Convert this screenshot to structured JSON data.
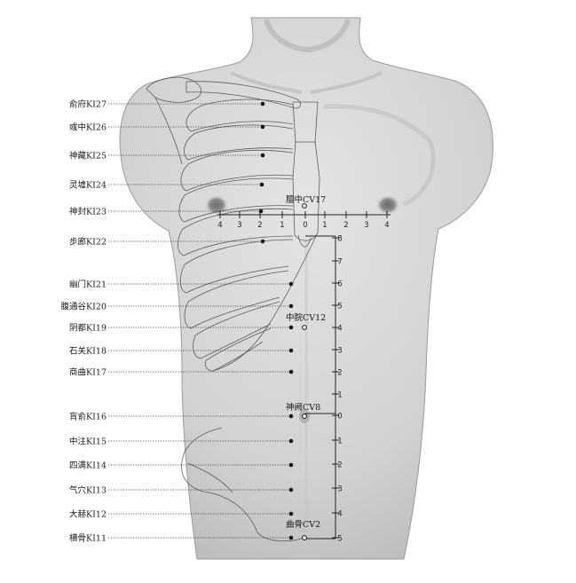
{
  "kidney_points": [
    {
      "label": "俞府KI27"
    },
    {
      "label": "彧中KI26"
    },
    {
      "label": "神藏KI25"
    },
    {
      "label": "灵墟KI24"
    },
    {
      "label": "神封KI23"
    },
    {
      "label": "步廊KI22"
    },
    {
      "label": "幽门KI21"
    },
    {
      "label": "腹通谷KI20"
    },
    {
      "label": "阴都KI19"
    },
    {
      "label": "石关KI18"
    },
    {
      "label": "商曲KI17"
    },
    {
      "label": "肓俞KI16"
    },
    {
      "label": "中注KI15"
    },
    {
      "label": "四满KI14"
    },
    {
      "label": "气穴KI13"
    },
    {
      "label": "大赫KI12"
    },
    {
      "label": "横骨KI11"
    }
  ],
  "conception_points": [
    {
      "label": "膻中CV17"
    },
    {
      "label": "中脘CV12"
    },
    {
      "label": "神阙CV8"
    },
    {
      "label": "曲骨CV2"
    }
  ],
  "horizontal_scale": [
    "4",
    "3",
    "2",
    "1",
    "0",
    "1",
    "2",
    "3",
    "4"
  ],
  "upper_vertical_scale": [
    "8",
    "7",
    "6",
    "5",
    "4",
    "3",
    "2",
    "1",
    "0"
  ],
  "lower_vertical_scale": [
    "1",
    "2",
    "3",
    "4",
    "5"
  ],
  "colors": {
    "background": "#ffffff",
    "body_fill": "#d7d7d7",
    "body_shade": "#b9b9b9",
    "line": "#222222"
  }
}
